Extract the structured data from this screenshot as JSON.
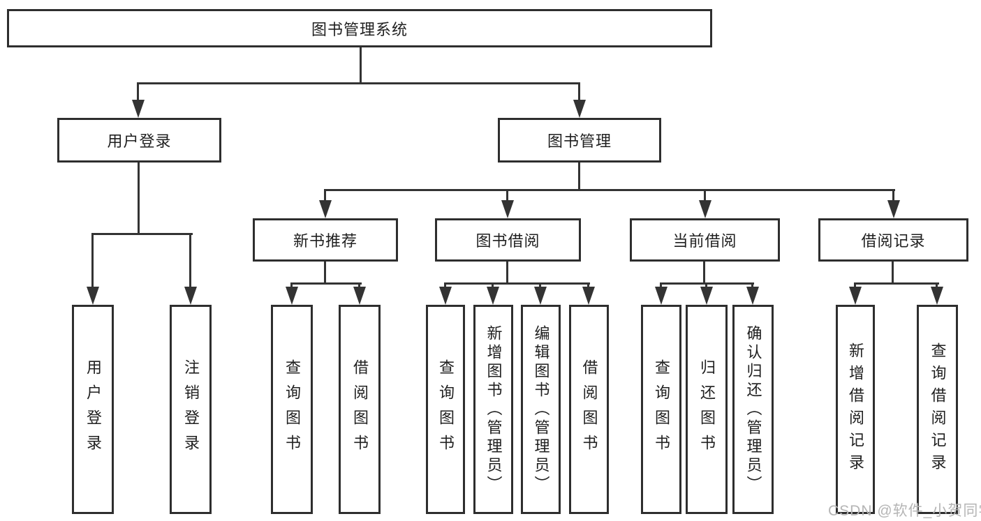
{
  "diagram": {
    "root_label": "图书管理系统",
    "level2": {
      "user_login": "用户登录",
      "book_mgmt": "图书管理"
    },
    "level3": {
      "new_book": "新书推荐",
      "book_borrow": "图书借阅",
      "current_borrow": "当前借阅",
      "borrow_record": "借阅记录"
    },
    "leaves": {
      "user_login": "用户登录",
      "logout": "注销登录",
      "nb_query_book": "查询图书",
      "nb_borrow_book": "借阅图书",
      "bb_query_book": "查询图书",
      "bb_add_book": "新增图书（管理员）",
      "bb_edit_book": "编辑图书（管理员）",
      "bb_borrow_book": "借阅图书",
      "cb_query_book": "查询图书",
      "cb_return_book": "归还图书",
      "cb_confirm_return": "确认归还（管理员）",
      "br_add_record": "新增借阅记录",
      "br_query_record": "查询借阅记录"
    }
  },
  "watermark": "CSDN @软件_小贺同学",
  "colors": {
    "line": "#333333",
    "box_border": "#2e2e2e",
    "text": "#1f1f1f",
    "watermark": "#b5b5b5",
    "background": "#ffffff"
  }
}
